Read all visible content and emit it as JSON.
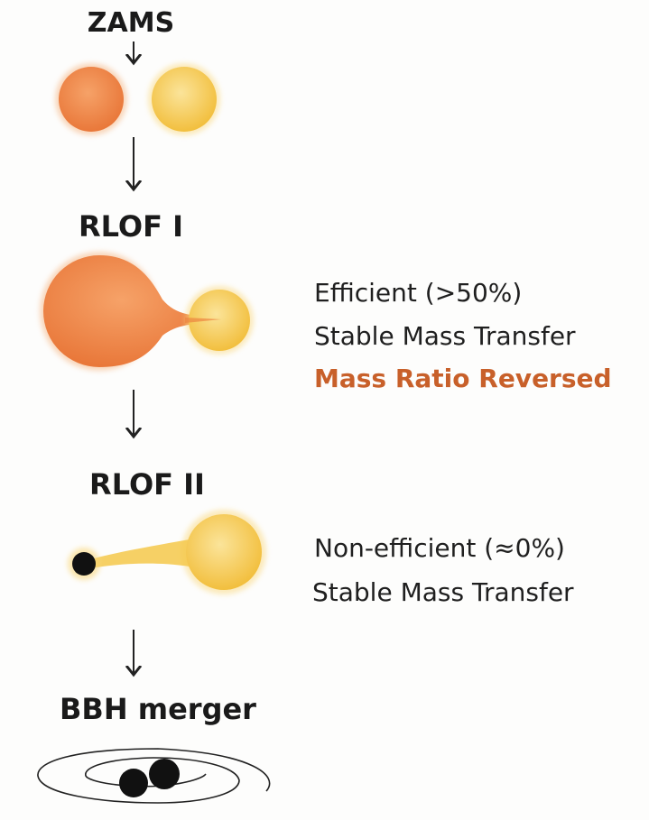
{
  "stages": [
    {
      "label": "ZAMS"
    },
    {
      "label": "RLOF I",
      "notes": [
        "Efficient (>50%)",
        "Stable Mass Transfer"
      ],
      "highlight": "Mass Ratio Reversed"
    },
    {
      "label": "RLOF II",
      "notes": [
        "Non-efficient (≈0%)",
        "Stable Mass Transfer"
      ]
    },
    {
      "label": "BBH merger"
    }
  ],
  "colors": {
    "orange_star": "#ec8540",
    "yellow_star": "#f5c84a",
    "highlight_text": "#c8602a",
    "black_hole": "#111111"
  }
}
